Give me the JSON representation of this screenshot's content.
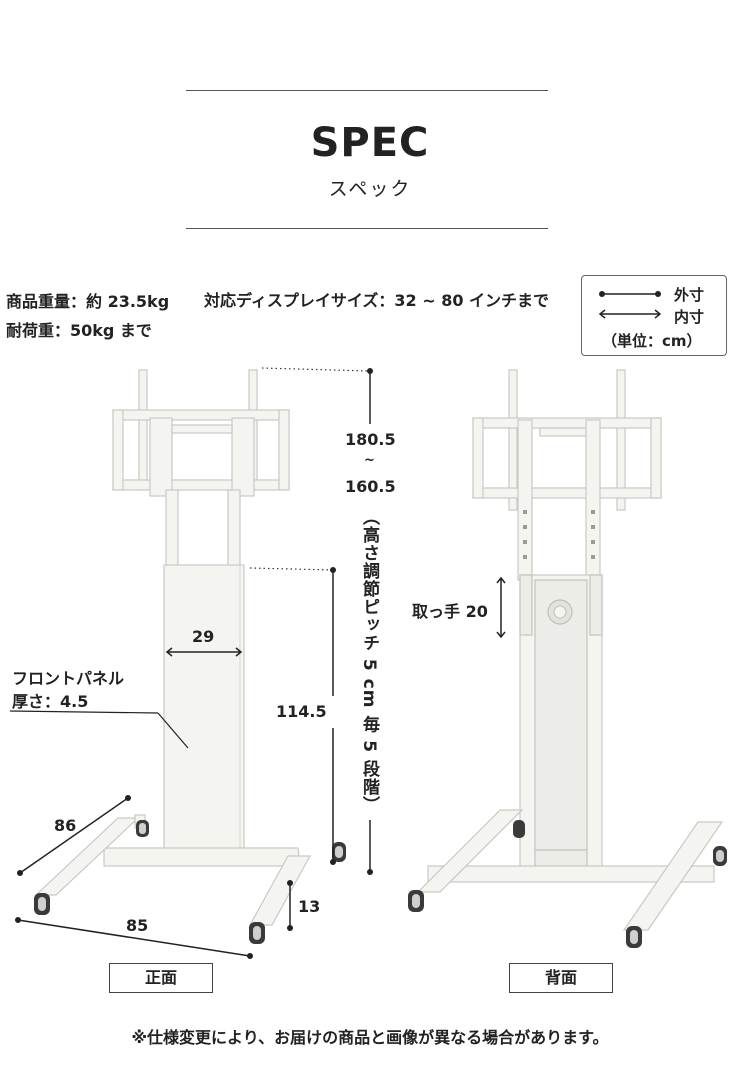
{
  "header": {
    "title": "SPEC",
    "subtitle": "スペック"
  },
  "specs": {
    "weight": "商品重量：約 23.5kg",
    "load": "耐荷重：50kg まで",
    "display": "対応ディスプレイサイズ：32 ~ 80 インチまで"
  },
  "legend": {
    "outer": "外寸",
    "inner": "内寸",
    "unit": "（単位：cm）"
  },
  "dimensions": {
    "height_max": "180.5",
    "height_sep": "~",
    "height_min": "160.5",
    "height_note": "（高さ調節ピッチ 5 cm 毎 5 段階）",
    "panel_width": "29",
    "panel_height": "114.5",
    "depth": "86",
    "width": "85",
    "base_height": "13",
    "handle": "取っ手 20",
    "front_panel_label": "フロントパネル",
    "front_panel_thickness": "厚さ：4.5"
  },
  "views": {
    "front": "正面",
    "back": "背面"
  },
  "footer": {
    "note": "※仕様変更により、お届けの商品と画像が異なる場合があります。"
  },
  "colors": {
    "product": "#f4f4f1",
    "outline": "#c9c9c4",
    "dimension": "#222222"
  }
}
